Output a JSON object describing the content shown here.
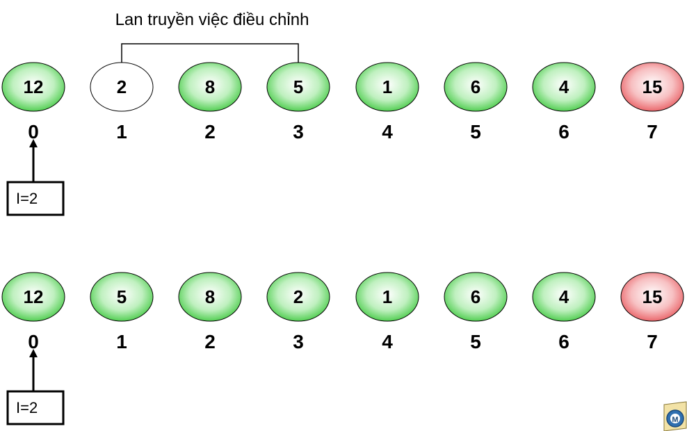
{
  "title": "Lan truyền việc điều chỉnh",
  "colors": {
    "green": "#3cc73c",
    "red": "#e8555a",
    "white": "#ffffff",
    "stroke": "#000000"
  },
  "rows": [
    {
      "nodes": [
        {
          "value": "12",
          "color": "green"
        },
        {
          "value": "2",
          "color": "white"
        },
        {
          "value": "8",
          "color": "green"
        },
        {
          "value": "5",
          "color": "green"
        },
        {
          "value": "1",
          "color": "green"
        },
        {
          "value": "6",
          "color": "green"
        },
        {
          "value": "4",
          "color": "green"
        },
        {
          "value": "15",
          "color": "red"
        }
      ],
      "indices": [
        "0",
        "1",
        "2",
        "3",
        "4",
        "5",
        "6",
        "7"
      ],
      "pointer_label": "I=2",
      "pointer_index": 0
    },
    {
      "nodes": [
        {
          "value": "12",
          "color": "green"
        },
        {
          "value": "5",
          "color": "green"
        },
        {
          "value": "8",
          "color": "green"
        },
        {
          "value": "2",
          "color": "green"
        },
        {
          "value": "1",
          "color": "green"
        },
        {
          "value": "6",
          "color": "green"
        },
        {
          "value": "4",
          "color": "green"
        },
        {
          "value": "15",
          "color": "red"
        }
      ],
      "indices": [
        "0",
        "1",
        "2",
        "3",
        "4",
        "5",
        "6",
        "7"
      ],
      "pointer_label": "I=2",
      "pointer_index": 0
    }
  ],
  "bracket": {
    "row": 0,
    "from": 1,
    "to": 3
  },
  "logo_icon": "school-crest-logo"
}
